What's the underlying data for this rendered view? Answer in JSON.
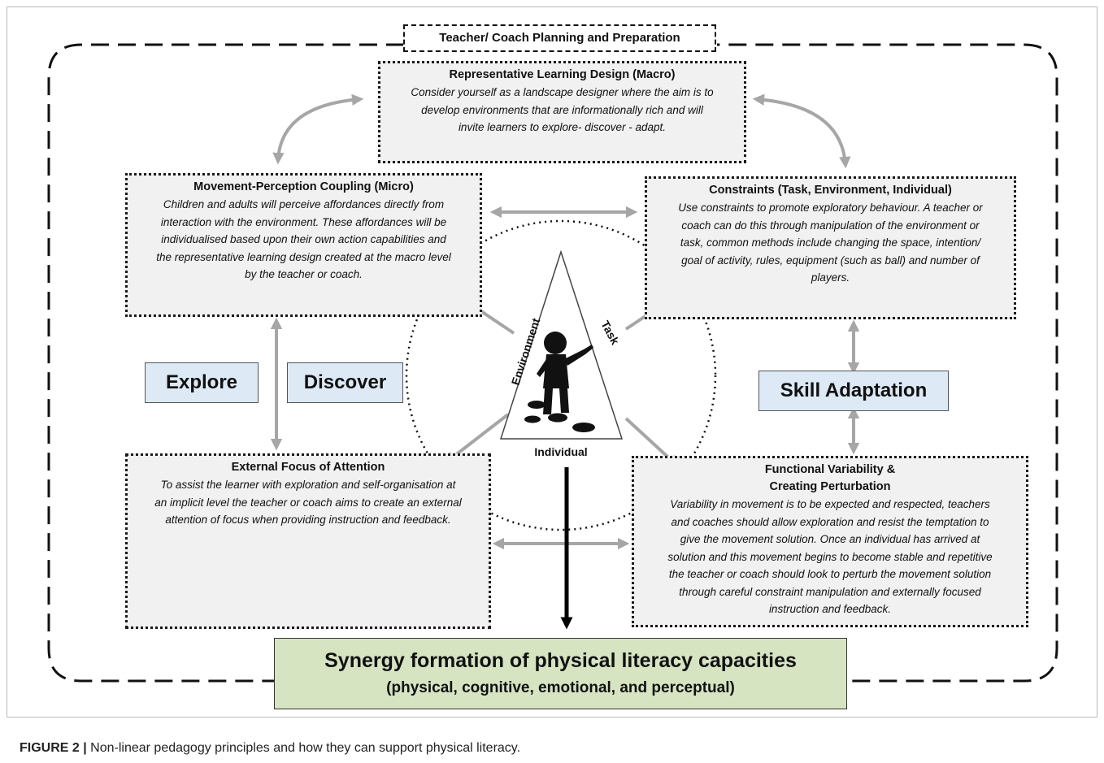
{
  "header": {
    "title": "Teacher/ Coach Planning and Preparation"
  },
  "boxes": {
    "representative": {
      "title": "Representative Learning Design (Macro)",
      "lines": [
        "Consider yourself as a landscape designer where the aim is to",
        "develop environments that are informationally rich and will",
        "invite learners to explore- discover - adapt."
      ]
    },
    "movement": {
      "title": "Movement-Perception Coupling (Micro)",
      "lines": [
        "Children and adults will perceive affordances directly from",
        "interaction with the environment. These affordances will be",
        "individualised based upon their own action capabilities and",
        "the representative learning design created at the macro level",
        "by the teacher or coach."
      ]
    },
    "constraints": {
      "title": "Constraints (Task, Environment, Individual)",
      "lines": [
        "Use constraints to promote exploratory behaviour. A teacher or",
        "coach can do this through manipulation of the environment or",
        "task, common methods include changing the space, intention/",
        "goal of activity, rules, equipment (such as ball) and number of",
        "players."
      ]
    },
    "external": {
      "title": "External Focus of Attention",
      "lines": [
        "To assist the learner with exploration and self-organisation at",
        "an implicit level the teacher or coach aims to create an external",
        "attention of focus when providing instruction and feedback."
      ]
    },
    "functional": {
      "title_line1": "Functional Variability &",
      "title_line2": "Creating Perturbation",
      "lines": [
        "Variability in movement is to be expected and respected, teachers",
        "and coaches should allow exploration and resist the temptation to",
        "give the movement solution. Once an individual has arrived at",
        "solution and this movement begins to become stable and repetitive",
        "the teacher or coach should look to perturb the movement solution",
        "through careful constraint manipulation and externally focused",
        "instruction and feedback."
      ]
    }
  },
  "labels": {
    "explore": "Explore",
    "discover": "Discover",
    "skill_adaptation": "Skill Adaptation"
  },
  "triangle": {
    "environment": "Environment",
    "task": "Task",
    "individual": "Individual"
  },
  "synergy": {
    "title": "Synergy formation of physical literacy capacities",
    "subtitle": "(physical, cognitive, emotional, and perceptual)"
  },
  "caption": {
    "label": "FIGURE 2 |",
    "text": " Non-linear pedagogy principles and how they can support physical literacy."
  },
  "colors": {
    "box_fill": "#f1f1f1",
    "label_fill": "#dde9f5",
    "synergy_fill": "#d6e4c2",
    "arrow": "#a6a6a6"
  }
}
